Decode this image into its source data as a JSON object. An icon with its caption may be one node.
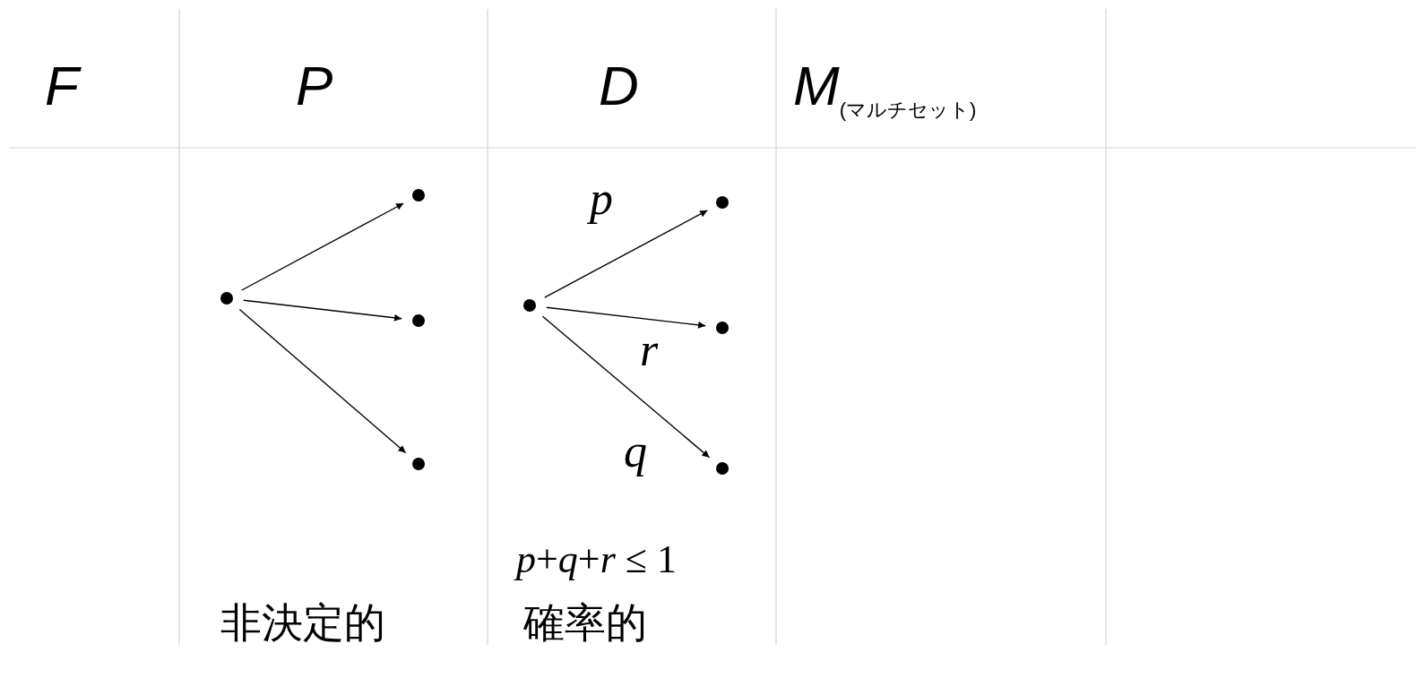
{
  "diagram": {
    "nodes": [
      {
        "text": [],
        "shape": "circle"
      },
      {
        "text": [],
        "shape": "circle"
      },
      {
        "text": [],
        "shape": "circle"
      },
      {
        "text": [],
        "shape": "circle"
      },
      {
        "text": [],
        "shape": "circle"
      },
      {
        "text": [],
        "shape": "circle"
      },
      {
        "text": [],
        "shape": "circle"
      },
      {
        "text": [],
        "shape": "circle"
      }
    ],
    "edges": [
      {
        "from": 0,
        "to": 1,
        "arrow": "to"
      },
      {
        "from": 0,
        "to": 2,
        "arrow": "to"
      },
      {
        "from": 0,
        "to": 3,
        "arrow": "to"
      },
      {
        "from": 4,
        "to": 5,
        "arrow": "to",
        "label": "p"
      },
      {
        "from": 4,
        "to": 6,
        "arrow": "to",
        "label": "r"
      },
      {
        "from": 4,
        "to": 7,
        "arrow": "to",
        "label": "q"
      }
    ],
    "labels": [
      "F",
      "P",
      "D",
      "M$_{(マルチセット)}$",
      "*p*+*q*+*r* ≤ 1",
      "非決定的",
      "確率的"
    ]
  }
}
